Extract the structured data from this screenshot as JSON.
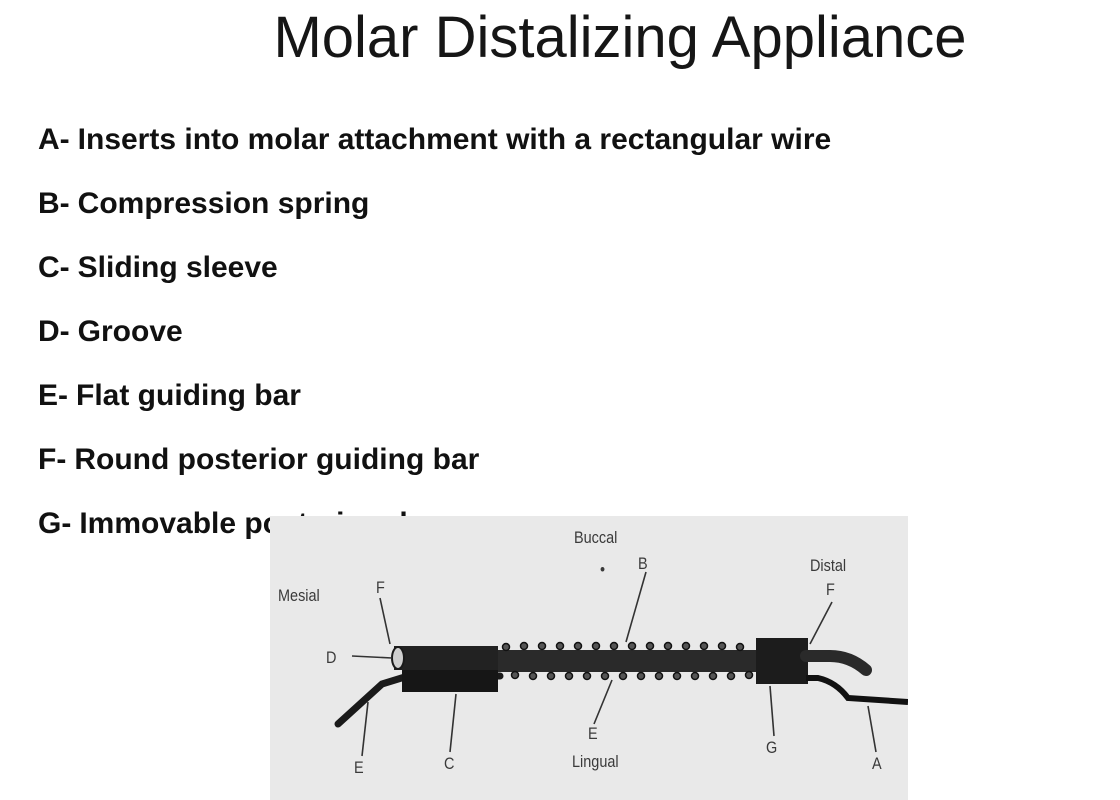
{
  "title": "Molar Distalizing Appliance",
  "legend": [
    {
      "key": "A-",
      "text": "Inserts into molar attachment with a rectangular wire"
    },
    {
      "key": "B-",
      "text": "Compression spring"
    },
    {
      "key": "C-",
      "text": "Sliding sleeve"
    },
    {
      "key": "D-",
      "text": "Groove"
    },
    {
      "key": "E-",
      "text": "Flat guiding bar"
    },
    {
      "key": "F-",
      "text": "Round posterior guiding bar"
    },
    {
      "key": "G-",
      "text": "Immovable posterior sleeve"
    }
  ],
  "figure": {
    "directions": {
      "buccal": "Buccal",
      "lingual": "Lingual",
      "mesial": "Mesial",
      "distal": "Distal"
    },
    "labels": {
      "A": "A",
      "B": "B",
      "C": "C",
      "D": "D",
      "E_left": "E",
      "E_center": "E",
      "F_left": "F",
      "F_right": "F",
      "G": "G"
    }
  }
}
